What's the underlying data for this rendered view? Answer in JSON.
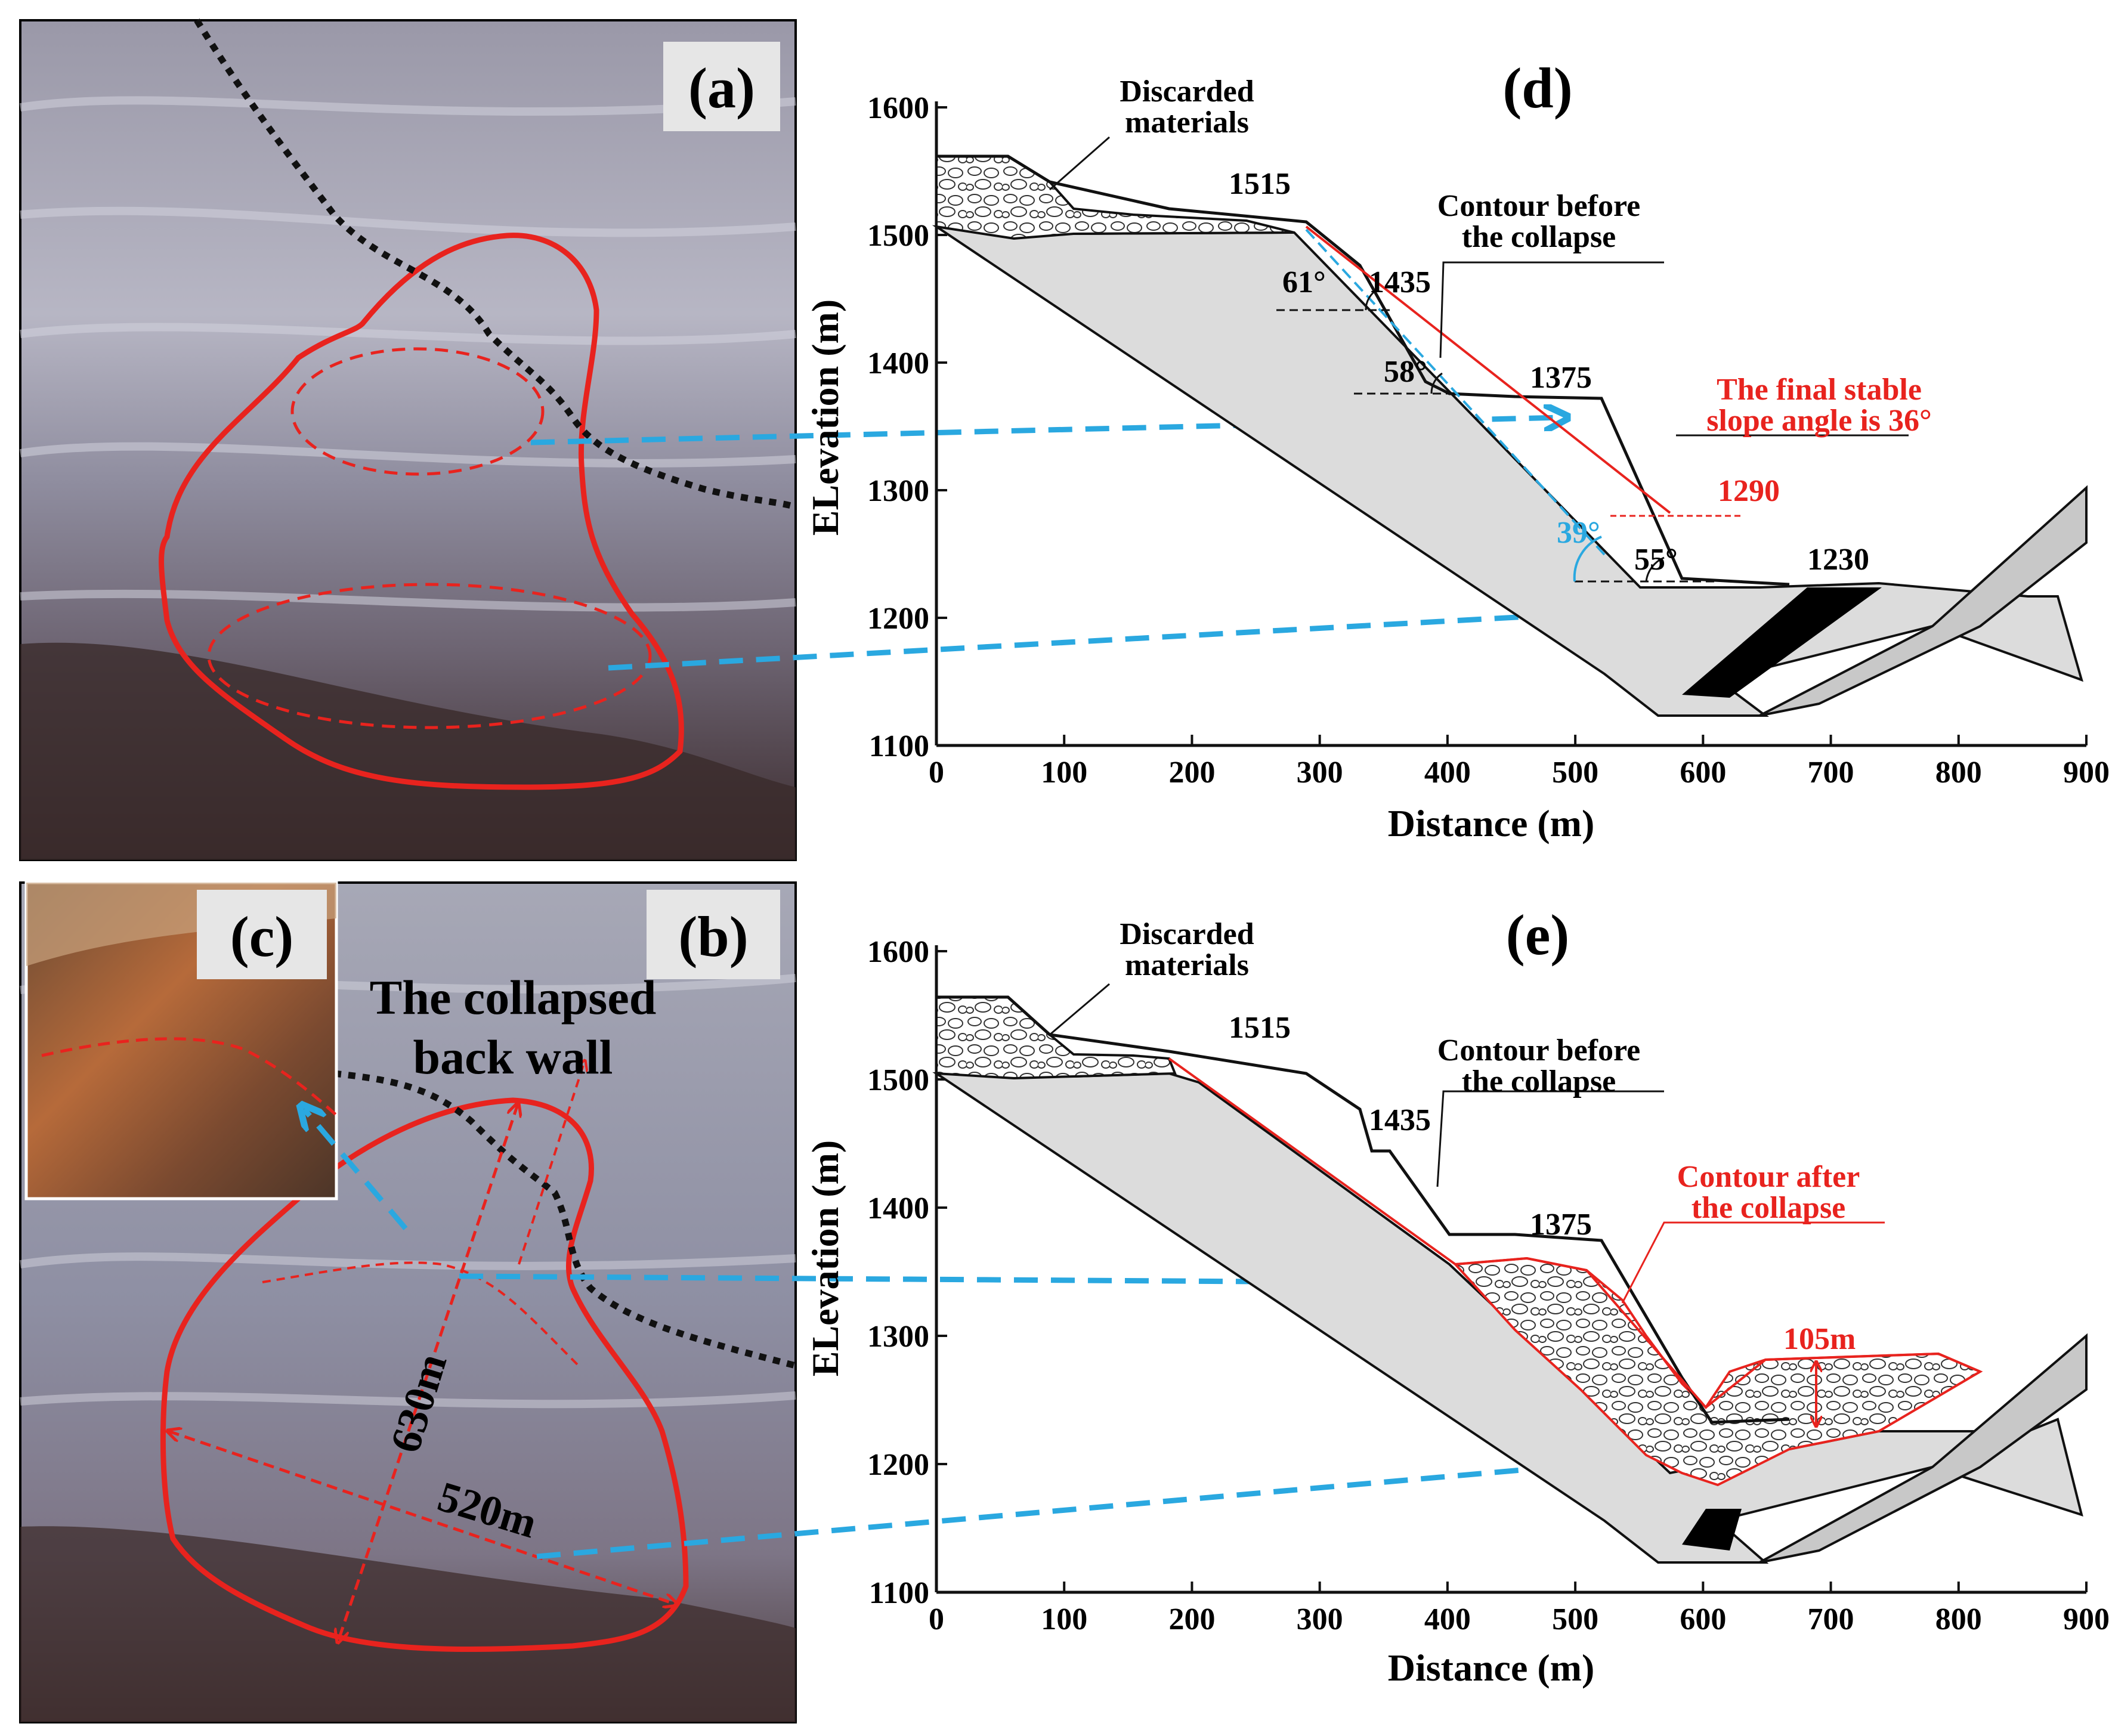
{
  "panels": {
    "a": {
      "label": "(a)"
    },
    "b": {
      "label": "(b)",
      "annotation_line1": "The collapsed",
      "annotation_line2": "back wall",
      "length_label": "630m",
      "width_label": "520m"
    },
    "c": {
      "label": "(c)"
    },
    "d": {
      "label": "(d)"
    },
    "e": {
      "label": "(e)"
    }
  },
  "section_d": {
    "ylabel": "ELevation (m)",
    "xlabel": "Distance (m)",
    "discarded_line1": "Discarded",
    "discarded_line2": "materials",
    "contour_line1": "Contour before",
    "contour_line2": "the collapse",
    "final_line1": "The final stable",
    "final_line2": "slope angle is 36°",
    "elev_1515": "1515",
    "elev_1435": "1435",
    "elev_1375": "1375",
    "elev_1290": "1290",
    "elev_1230": "1230",
    "angle_61": "61°",
    "angle_58": "58°",
    "angle_39": "39°",
    "angle_55": "55°"
  },
  "section_e": {
    "ylabel": "ELevation (m)",
    "xlabel": "Distance (m)",
    "discarded_line1": "Discarded",
    "discarded_line2": "materials",
    "contour_line1": "Contour before",
    "contour_line2": "the collapse",
    "after_line1": "Contour after",
    "after_line2": "the collapse",
    "elev_1515": "1515",
    "elev_1435": "1435",
    "elev_1375": "1375",
    "thickness": "105m"
  },
  "axis": {
    "x_ticks": [
      "0",
      "100",
      "200",
      "300",
      "400",
      "500",
      "600",
      "700",
      "800",
      "900"
    ],
    "y_ticks": [
      "1600",
      "1500",
      "1400",
      "1300",
      "1200",
      "1100"
    ]
  },
  "colors": {
    "boundary_red": "#e8231e",
    "arrow_blue": "#2aa8e0",
    "rock_gray": "#dcdcdc",
    "terrain_photo": "#8e8ea6"
  }
}
